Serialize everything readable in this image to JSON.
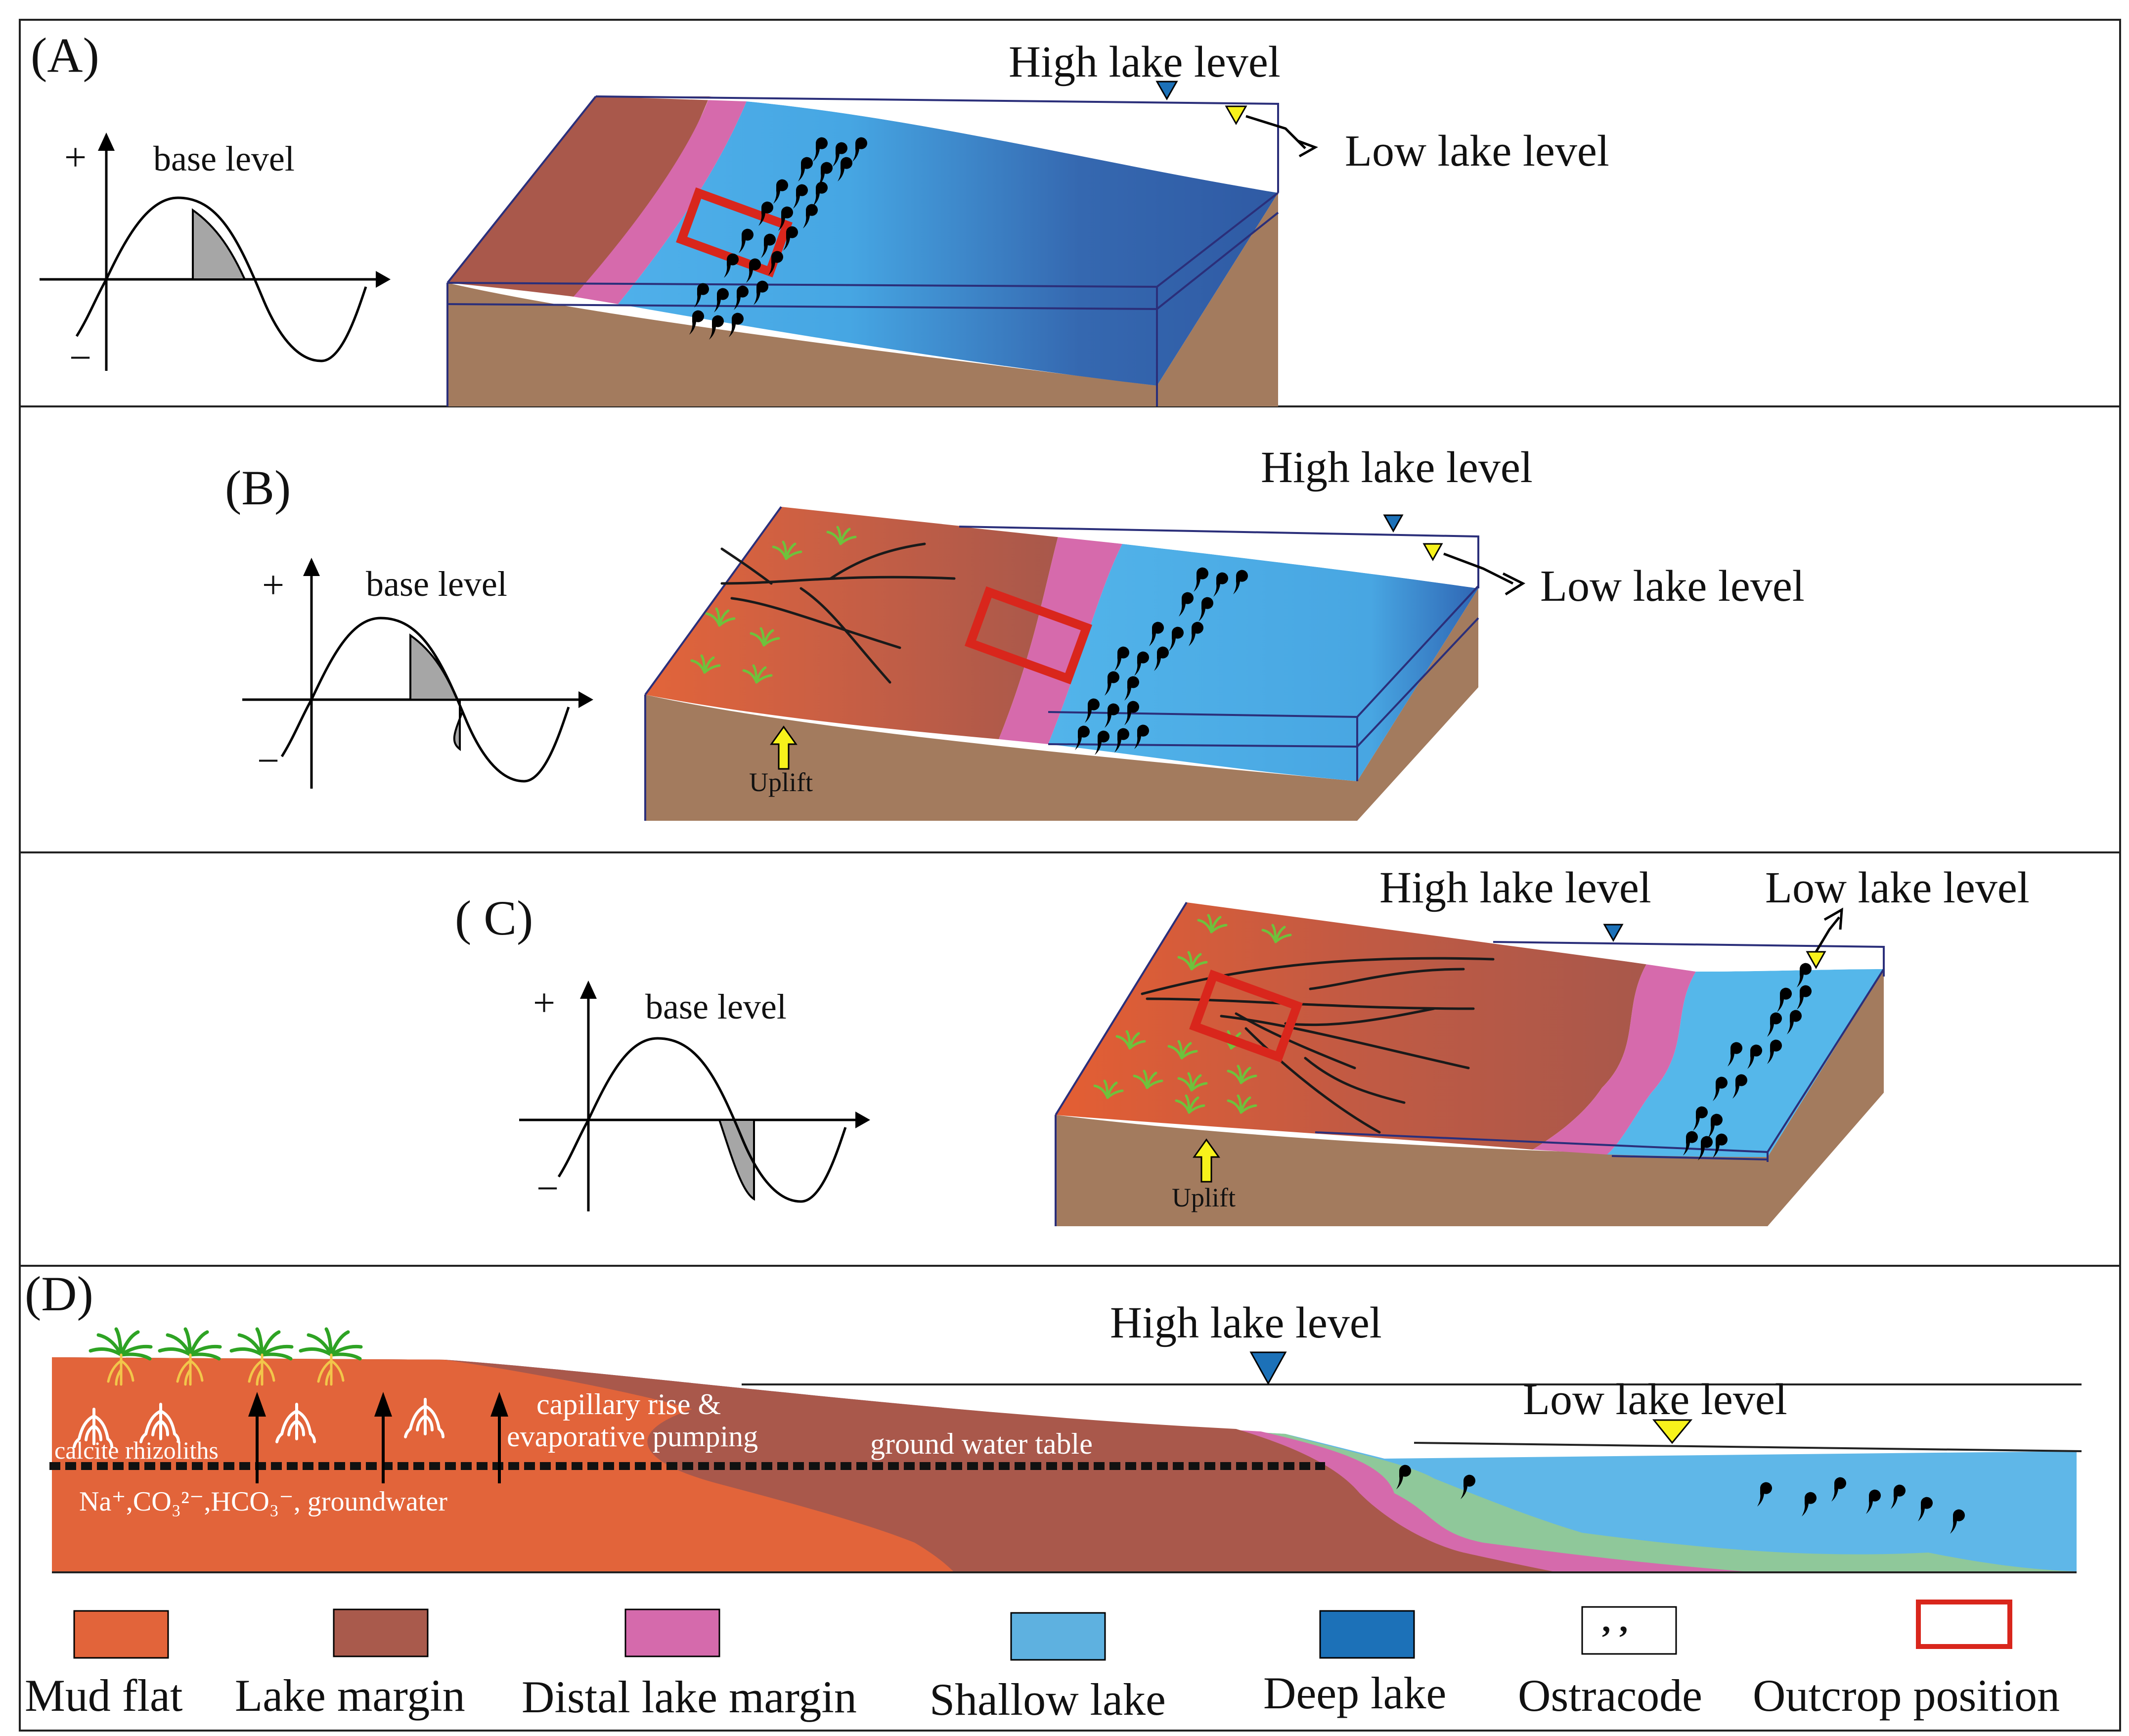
{
  "panel_a": {
    "letter": "(A)",
    "graph": {
      "plus": "+",
      "minus": "−",
      "label": "base level"
    },
    "high_level": "High lake level",
    "low_level": "Low lake level"
  },
  "panel_b": {
    "letter": "(B)",
    "graph": {
      "plus": "+",
      "minus": "−",
      "label": "base level"
    },
    "high_level": "High lake level",
    "low_level": "Low lake level",
    "uplift": "Uplift"
  },
  "panel_c": {
    "letter": "( C)",
    "graph": {
      "plus": "+",
      "minus": "−",
      "label": "base level"
    },
    "high_level": "High lake level",
    "low_level": "Low lake level",
    "uplift": "Uplift"
  },
  "panel_d": {
    "letter": "(D)",
    "high_level": "High lake level",
    "low_level": "Low lake level",
    "capillary_line1": "capillary rise &",
    "capillary_line2": "evaporative pumping",
    "ground_water_table": "ground water table",
    "calcite": "calcite rhizoliths",
    "ions": "Na⁺,CO₃²⁻,HCO₃⁻, groundwater"
  },
  "legend": [
    {
      "label": "Mud flat",
      "color": "#e2643a"
    },
    {
      "label": "Lake margin",
      "color": "#a95a4c"
    },
    {
      "label": "Distal lake margin",
      "color": "#d56aac"
    },
    {
      "label": "Shallow lake",
      "color": "#5eb1e0"
    },
    {
      "label": "Deep lake",
      "color": "#1c71b8"
    },
    {
      "label": "Ostracode",
      "symbol": ", ,"
    },
    {
      "label": "Outcrop position",
      "color": "#d9261c"
    }
  ]
}
